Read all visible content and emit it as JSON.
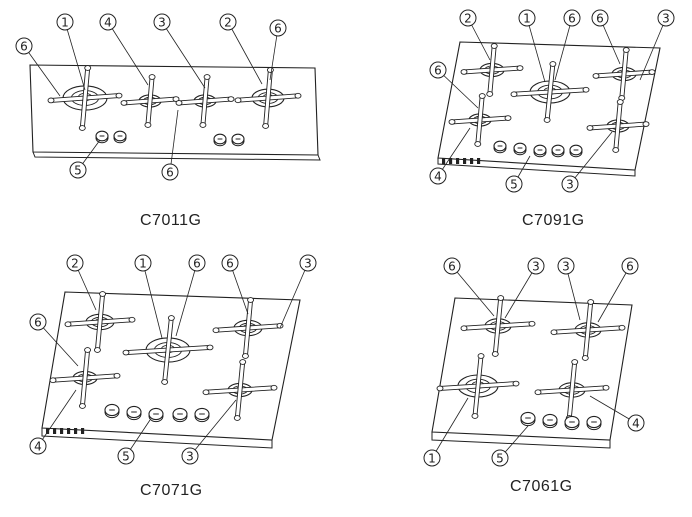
{
  "figures": [
    {
      "model": "C7011G"
    },
    {
      "model": "C7091G"
    },
    {
      "model": "C7071G"
    },
    {
      "model": "C7061G"
    }
  ],
  "callout_numbers": [
    "①",
    "②",
    "③",
    "④",
    "⑤",
    "⑥"
  ],
  "colors": {
    "line": "#222222",
    "paper": "#ffffff"
  }
}
